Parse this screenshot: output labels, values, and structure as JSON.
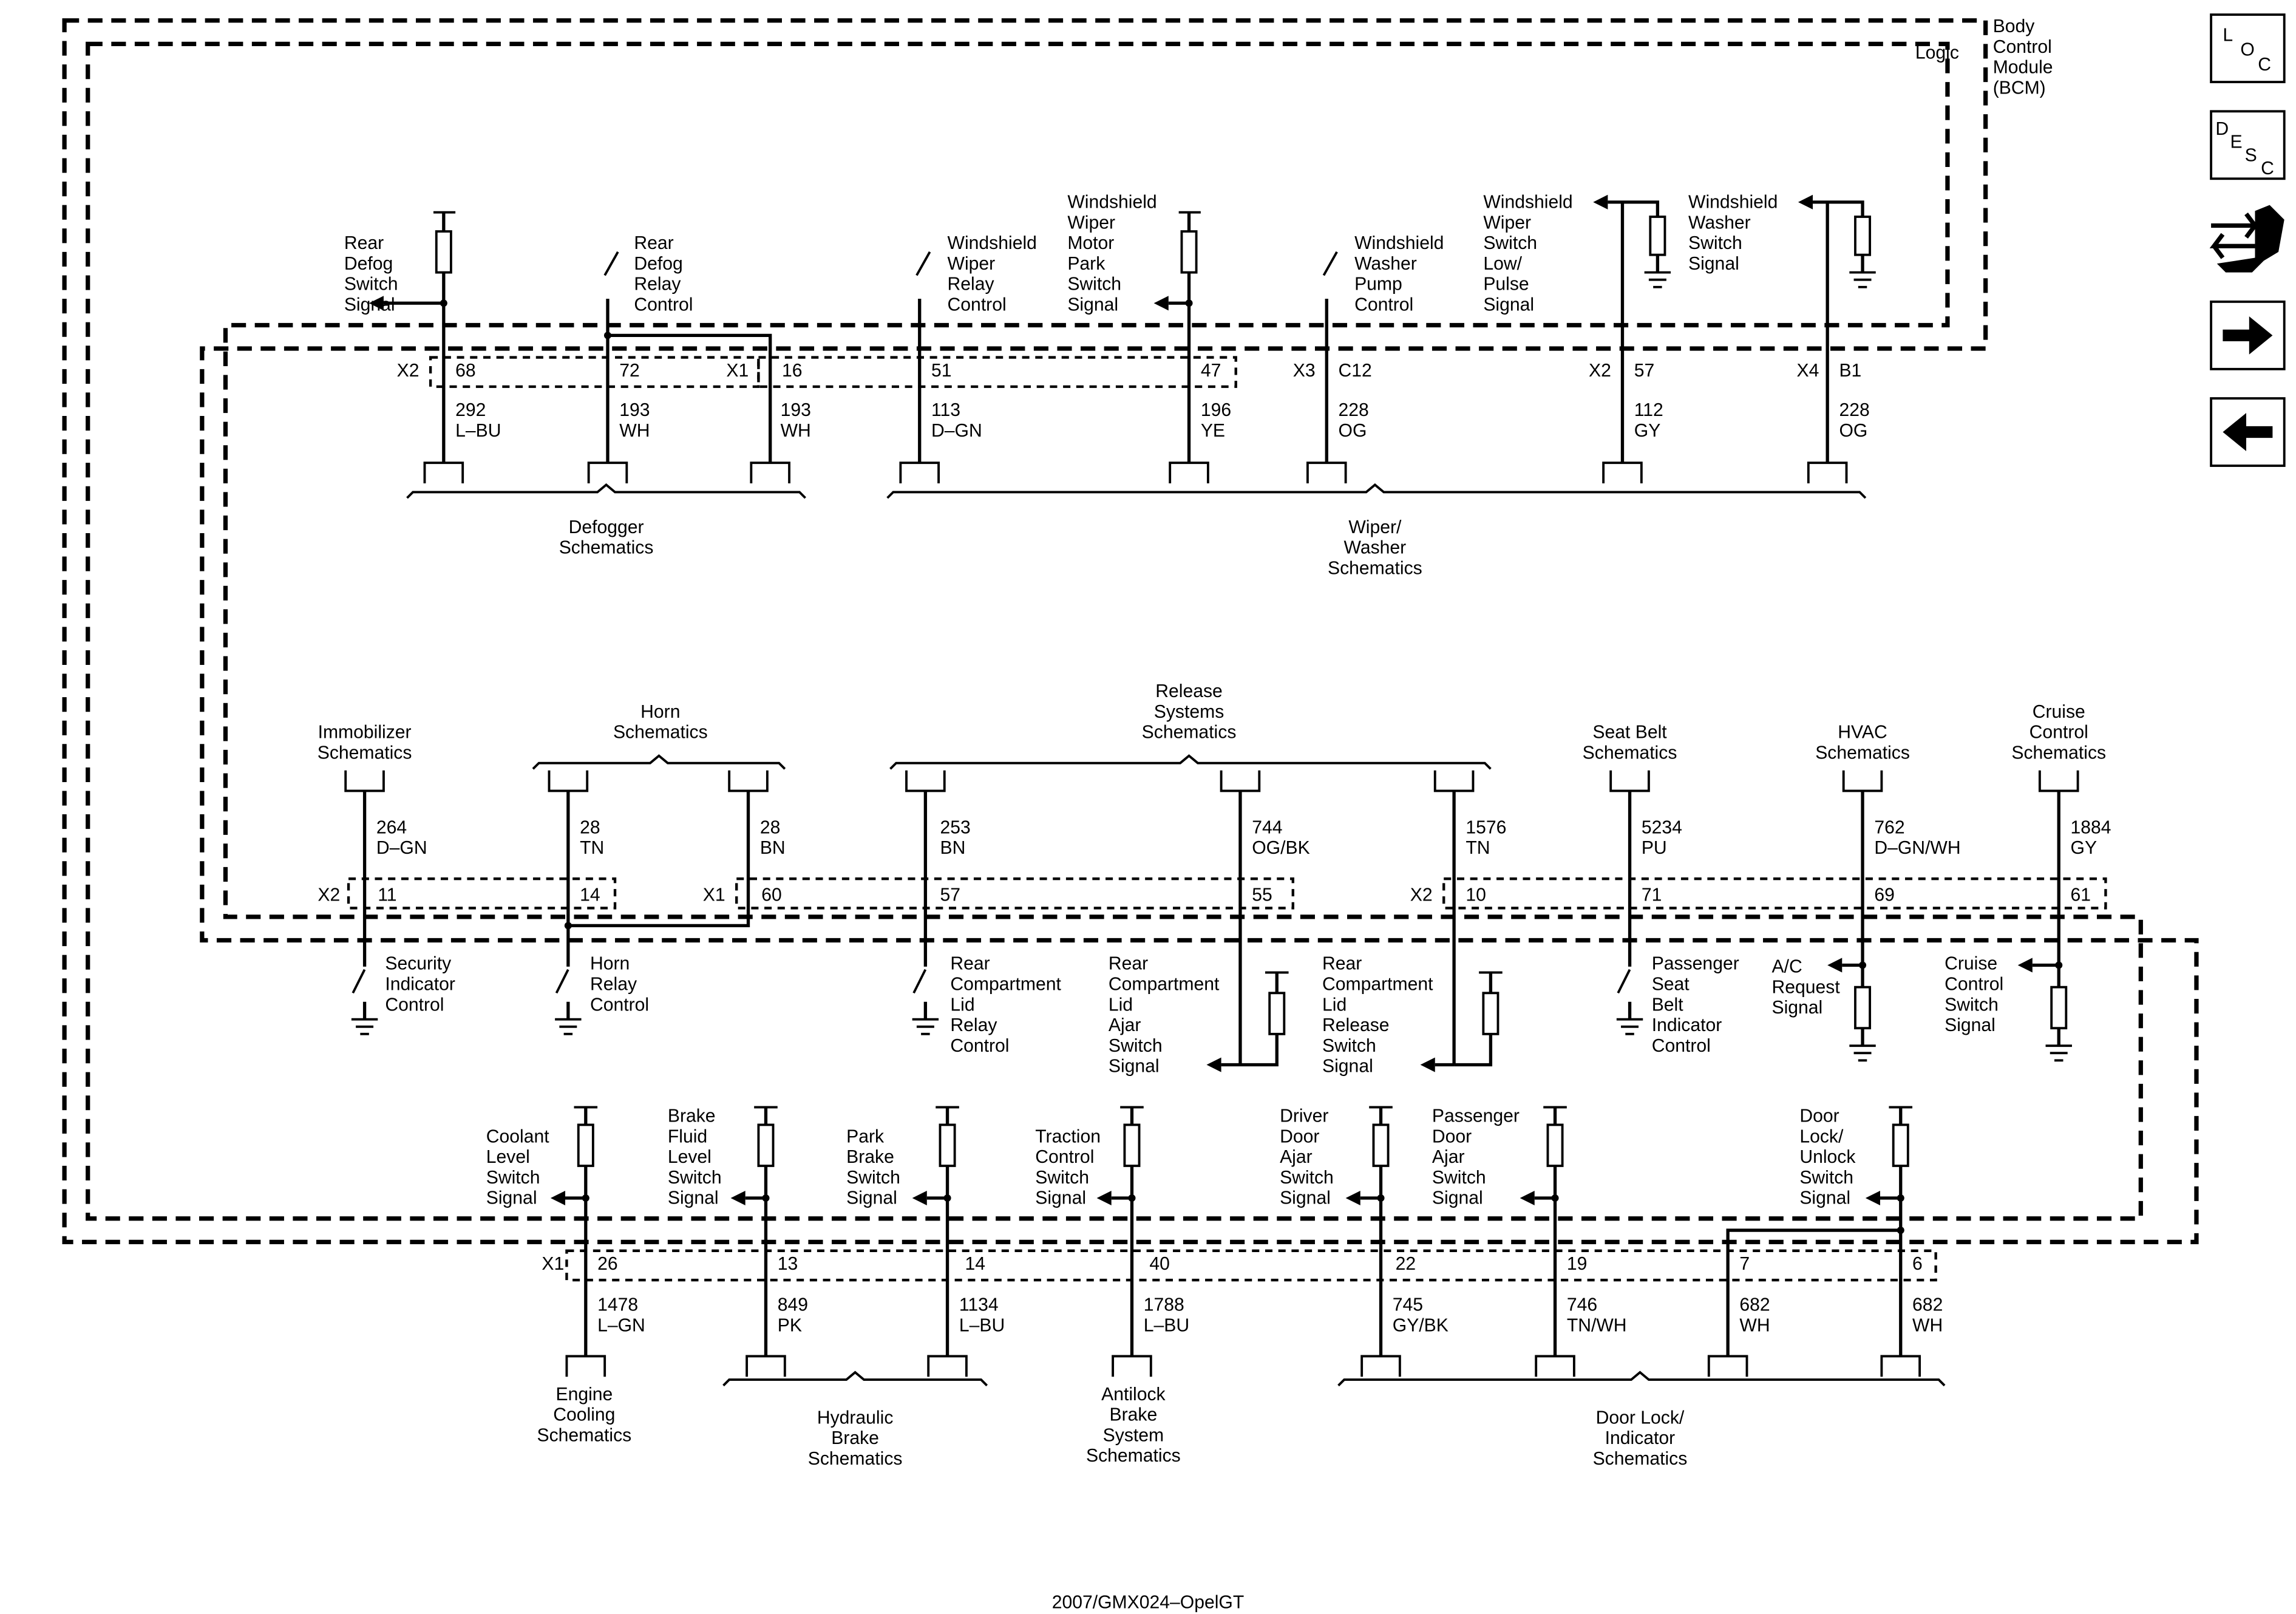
{
  "module": {
    "lines": [
      "Body",
      "Control",
      "Module",
      "(BCM)"
    ]
  },
  "logic_label": "Logic",
  "footer": "2007/GMX024–OpelGT",
  "nav": {
    "loc": {
      "l": "L",
      "o": "O",
      "c": "C"
    },
    "desc": {
      "d": "D",
      "e": "E",
      "s": "S",
      "c": "C"
    },
    "icons": [
      "connector-end-view-icon",
      "next-page-arrow-icon",
      "previous-page-arrow-icon"
    ]
  },
  "top_section": {
    "connectors": [
      {
        "name": "X2",
        "pin": "68"
      },
      {
        "name": "",
        "pin": "72"
      },
      {
        "name": "X1",
        "pin": "16"
      },
      {
        "name": "",
        "pin": "51"
      },
      {
        "name": "",
        "pin": "47"
      },
      {
        "name": "X3",
        "pin": "C12"
      },
      {
        "name": "X2",
        "pin": "57"
      },
      {
        "name": "X4",
        "pin": "B1"
      }
    ],
    "wires": [
      {
        "circuit": "292",
        "color": "L–BU"
      },
      {
        "circuit": "193",
        "color": "WH"
      },
      {
        "circuit": "193",
        "color": "WH"
      },
      {
        "circuit": "113",
        "color": "D–GN"
      },
      {
        "circuit": "196",
        "color": "YE"
      },
      {
        "circuit": "228",
        "color": "OG"
      },
      {
        "circuit": "112",
        "color": "GY"
      },
      {
        "circuit": "228",
        "color": "OG"
      }
    ],
    "functions": [
      [
        "Rear",
        "Defog",
        "Switch",
        "Signal"
      ],
      [
        "Rear",
        "Defog",
        "Relay",
        "Control"
      ],
      [
        "Windshield",
        "Wiper",
        "Relay",
        "Control"
      ],
      [
        "Windshield",
        "Wiper",
        "Motor",
        "Park",
        "Switch",
        "Signal"
      ],
      [
        "Windshield",
        "Washer",
        "Pump",
        "Control"
      ],
      [
        "Windshield",
        "Wiper",
        "Switch",
        "Low/",
        "Pulse",
        "Signal"
      ],
      [
        "Windshield",
        "Washer",
        "Switch",
        "Signal"
      ]
    ],
    "schematics": [
      [
        "Defogger",
        "Schematics"
      ],
      [
        "Wiper/",
        "Washer",
        "Schematics"
      ]
    ]
  },
  "middle_section": {
    "connectors": [
      {
        "name": "X2",
        "pin": "11"
      },
      {
        "name": "",
        "pin": "14"
      },
      {
        "name": "X1",
        "pin": "60"
      },
      {
        "name": "",
        "pin": "57"
      },
      {
        "name": "",
        "pin": "55"
      },
      {
        "name": "X2",
        "pin": "10"
      },
      {
        "name": "",
        "pin": "71"
      },
      {
        "name": "",
        "pin": "69"
      },
      {
        "name": "",
        "pin": "61"
      }
    ],
    "wires": [
      {
        "circuit": "264",
        "color": "D–GN"
      },
      {
        "circuit": "28",
        "color": "TN"
      },
      {
        "circuit": "28",
        "color": "BN"
      },
      {
        "circuit": "253",
        "color": "BN"
      },
      {
        "circuit": "744",
        "color": "OG/BK"
      },
      {
        "circuit": "1576",
        "color": "TN"
      },
      {
        "circuit": "5234",
        "color": "PU"
      },
      {
        "circuit": "762",
        "color": "D–GN/WH"
      },
      {
        "circuit": "1884",
        "color": "GY"
      }
    ],
    "functions": [
      [
        "Security",
        "Indicator",
        "Control"
      ],
      [
        "Horn",
        "Relay",
        "Control"
      ],
      [
        "Rear",
        "Compartment",
        "Lid",
        "Relay",
        "Control"
      ],
      [
        "Rear",
        "Compartment",
        "Lid",
        "Ajar",
        "Switch",
        "Signal"
      ],
      [
        "Rear",
        "Compartment",
        "Lid",
        "Release",
        "Switch",
        "Signal"
      ],
      [
        "Passenger",
        "Seat",
        "Belt",
        "Indicator",
        "Control"
      ],
      [
        "A/C",
        "Request",
        "Signal"
      ],
      [
        "Cruise",
        "Control",
        "Switch",
        "Signal"
      ]
    ],
    "schematics": [
      [
        "Immobilizer",
        "Schematics"
      ],
      [
        "Horn",
        "Schematics"
      ],
      [
        "Release",
        "Systems",
        "Schematics"
      ],
      [
        "Seat Belt",
        "Schematics"
      ],
      [
        "HVAC",
        "Schematics"
      ],
      [
        "Cruise",
        "Control",
        "Schematics"
      ]
    ]
  },
  "bottom_section": {
    "connectors": [
      {
        "name": "X1",
        "pin": "26"
      },
      {
        "name": "",
        "pin": "13"
      },
      {
        "name": "",
        "pin": "14"
      },
      {
        "name": "",
        "pin": "40"
      },
      {
        "name": "",
        "pin": "22"
      },
      {
        "name": "",
        "pin": "19"
      },
      {
        "name": "",
        "pin": "7"
      },
      {
        "name": "",
        "pin": "6"
      }
    ],
    "wires": [
      {
        "circuit": "1478",
        "color": "L–GN"
      },
      {
        "circuit": "849",
        "color": "PK"
      },
      {
        "circuit": "1134",
        "color": "L–BU"
      },
      {
        "circuit": "1788",
        "color": "L–BU"
      },
      {
        "circuit": "745",
        "color": "GY/BK"
      },
      {
        "circuit": "746",
        "color": "TN/WH"
      },
      {
        "circuit": "682",
        "color": "WH"
      },
      {
        "circuit": "682",
        "color": "WH"
      }
    ],
    "functions": [
      [
        "Coolant",
        "Level",
        "Switch",
        "Signal"
      ],
      [
        "Brake",
        "Fluid",
        "Level",
        "Switch",
        "Signal"
      ],
      [
        "Park",
        "Brake",
        "Switch",
        "Signal"
      ],
      [
        "Traction",
        "Control",
        "Switch",
        "Signal"
      ],
      [
        "Driver",
        "Door",
        "Ajar",
        "Switch",
        "Signal"
      ],
      [
        "Passenger",
        "Door",
        "Ajar",
        "Switch",
        "Signal"
      ],
      [
        "Door",
        "Lock/",
        "Unlock",
        "Switch",
        "Signal"
      ]
    ],
    "schematics": [
      [
        "Engine",
        "Cooling",
        "Schematics"
      ],
      [
        "Hydraulic",
        "Brake",
        "Schematics"
      ],
      [
        "Antilock",
        "Brake",
        "System",
        "Schematics"
      ],
      [
        "Door Lock/",
        "Indicator",
        "Schematics"
      ]
    ]
  }
}
